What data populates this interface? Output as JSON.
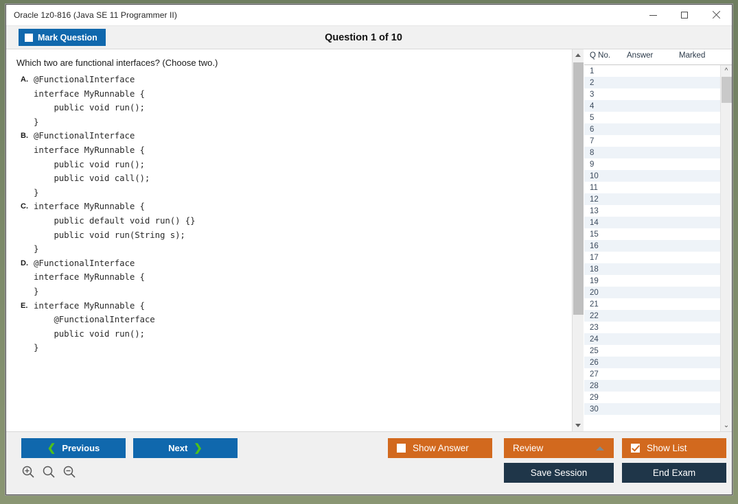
{
  "window": {
    "title": "Oracle 1z0-816 (Java SE 11 Programmer II)",
    "minimize_label": "Minimize",
    "maximize_label": "Maximize",
    "close_label": "Close"
  },
  "header": {
    "mark_question_label": "Mark Question",
    "mark_question_checked": false,
    "question_title": "Question 1 of 10"
  },
  "question": {
    "prompt": "Which two are functional interfaces? (Choose two.)",
    "options": [
      {
        "letter": "A.",
        "code": "@FunctionalInterface\ninterface MyRunnable {\n    public void run();\n}"
      },
      {
        "letter": "B.",
        "code": "@FunctionalInterface\ninterface MyRunnable {\n    public void run();\n    public void call();\n}"
      },
      {
        "letter": "C.",
        "code": "interface MyRunnable {\n    public default void run() {}\n    public void run(String s);\n}"
      },
      {
        "letter": "D.",
        "code": "@FunctionalInterface\ninterface MyRunnable {\n}"
      },
      {
        "letter": "E.",
        "code": "interface MyRunnable {\n    @FunctionalInterface\n    public void run();\n}"
      }
    ]
  },
  "question_list": {
    "columns": [
      "Q No.",
      "Answer",
      "Marked"
    ],
    "rows": [
      {
        "no": "1",
        "answer": "",
        "marked": ""
      },
      {
        "no": "2",
        "answer": "",
        "marked": ""
      },
      {
        "no": "3",
        "answer": "",
        "marked": ""
      },
      {
        "no": "4",
        "answer": "",
        "marked": ""
      },
      {
        "no": "5",
        "answer": "",
        "marked": ""
      },
      {
        "no": "6",
        "answer": "",
        "marked": ""
      },
      {
        "no": "7",
        "answer": "",
        "marked": ""
      },
      {
        "no": "8",
        "answer": "",
        "marked": ""
      },
      {
        "no": "9",
        "answer": "",
        "marked": ""
      },
      {
        "no": "10",
        "answer": "",
        "marked": ""
      },
      {
        "no": "11",
        "answer": "",
        "marked": ""
      },
      {
        "no": "12",
        "answer": "",
        "marked": ""
      },
      {
        "no": "13",
        "answer": "",
        "marked": ""
      },
      {
        "no": "14",
        "answer": "",
        "marked": ""
      },
      {
        "no": "15",
        "answer": "",
        "marked": ""
      },
      {
        "no": "16",
        "answer": "",
        "marked": ""
      },
      {
        "no": "17",
        "answer": "",
        "marked": ""
      },
      {
        "no": "18",
        "answer": "",
        "marked": ""
      },
      {
        "no": "19",
        "answer": "",
        "marked": ""
      },
      {
        "no": "20",
        "answer": "",
        "marked": ""
      },
      {
        "no": "21",
        "answer": "",
        "marked": ""
      },
      {
        "no": "22",
        "answer": "",
        "marked": ""
      },
      {
        "no": "23",
        "answer": "",
        "marked": ""
      },
      {
        "no": "24",
        "answer": "",
        "marked": ""
      },
      {
        "no": "25",
        "answer": "",
        "marked": ""
      },
      {
        "no": "26",
        "answer": "",
        "marked": ""
      },
      {
        "no": "27",
        "answer": "",
        "marked": ""
      },
      {
        "no": "28",
        "answer": "",
        "marked": ""
      },
      {
        "no": "29",
        "answer": "",
        "marked": ""
      },
      {
        "no": "30",
        "answer": "",
        "marked": ""
      }
    ]
  },
  "footer": {
    "previous_label": "Previous",
    "previous_chevron": "❮",
    "next_label": "Next",
    "next_chevron": "❯",
    "show_answer_label": "Show Answer",
    "show_answer_checked": false,
    "review_label": "Review",
    "show_list_label": "Show List",
    "show_list_checked": true,
    "save_session_label": "Save Session",
    "end_exam_label": "End Exam",
    "zoom_in_icon": "zoom-in-icon",
    "zoom_reset_icon": "zoom-reset-icon",
    "zoom_out_icon": "zoom-out-icon"
  },
  "colors": {
    "accent_blue": "#1068ad",
    "accent_orange": "#d2691e",
    "accent_navy": "#1f3649",
    "chevron_green": "#4fc11a",
    "row_stripe": "#eef3f8"
  }
}
